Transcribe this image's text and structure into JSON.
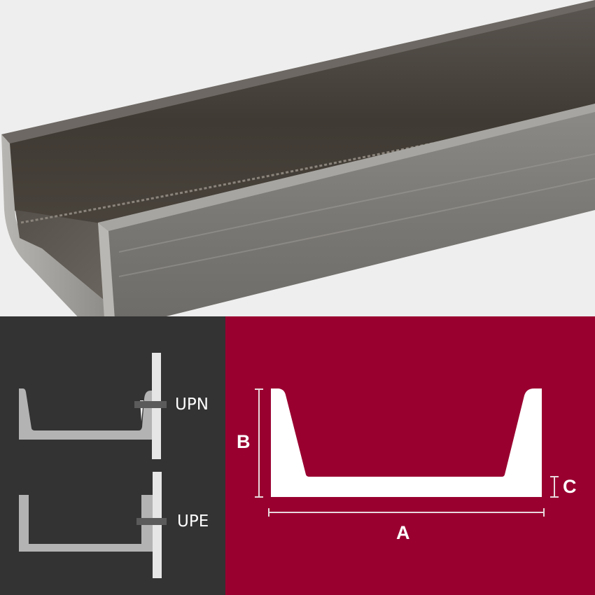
{
  "image": {
    "subject": "steel-u-channel-profile",
    "background_color": "#eeeeee"
  },
  "mounting_panel": {
    "background_color": "#333333",
    "profiles": [
      {
        "label": "UPN",
        "shape": "tapered-flange-channel"
      },
      {
        "label": "UPE",
        "shape": "parallel-flange-channel"
      }
    ]
  },
  "dimension_panel": {
    "background_color": "#990030",
    "dimensions": {
      "width": "A",
      "height": "B",
      "web_thickness": "C"
    }
  }
}
